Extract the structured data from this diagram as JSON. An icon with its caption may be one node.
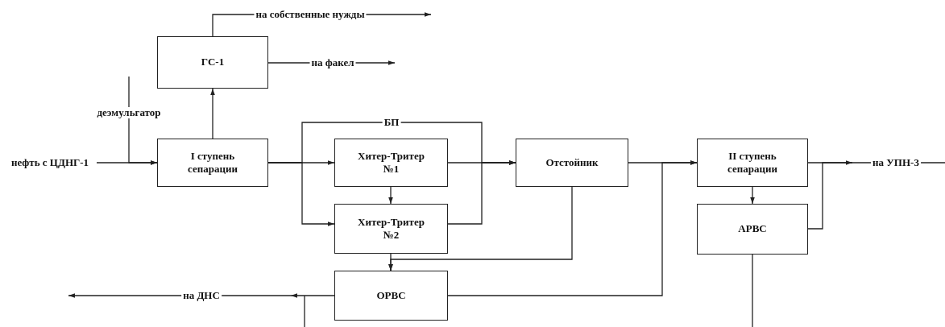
{
  "diagram": {
    "nodes": [
      {
        "text": [
          "ГС-1"
        ]
      },
      {
        "text": [
          "I ступень сепарации"
        ]
      },
      {
        "text": [
          "Хитер-Тритер №1"
        ]
      },
      {
        "text": [
          "Хитер-Тритер №2"
        ]
      },
      {
        "text": [
          "Отстойник"
        ]
      },
      {
        "text": [
          "II ступень сепарации"
        ]
      },
      {
        "text": [
          "АРВС"
        ]
      },
      {
        "text": [
          "ОРВС"
        ]
      }
    ],
    "edges": [
      {
        "from": null,
        "to": 1,
        "arrow": "to",
        "label": "нефть с ЦДНГ-1"
      },
      {
        "from": null,
        "to": 1,
        "arrow": "to",
        "label": "деэмульгатор"
      },
      {
        "from": 1,
        "to": 0,
        "arrow": "to"
      },
      {
        "from": 0,
        "to": null,
        "arrow": "to",
        "label": "на собственные нужды"
      },
      {
        "from": 0,
        "to": null,
        "arrow": "to",
        "label": "на факел"
      },
      {
        "from": 1,
        "to": 2,
        "arrow": "to"
      },
      {
        "from": 1,
        "to": 3,
        "arrow": "to"
      },
      {
        "from": 1,
        "to": 4,
        "arrow": "to",
        "label": "БП"
      },
      {
        "from": 2,
        "to": 3,
        "arrow": "to"
      },
      {
        "from": 2,
        "to": 4,
        "arrow": "to"
      },
      {
        "from": 3,
        "to": 4,
        "arrow": "to"
      },
      {
        "from": 3,
        "to": 7,
        "arrow": "to"
      },
      {
        "from": 4,
        "to": 7,
        "arrow": "to"
      },
      {
        "from": 4,
        "to": 5,
        "arrow": "to"
      },
      {
        "from": 7,
        "to": 5,
        "arrow": "to"
      },
      {
        "from": 7,
        "to": null,
        "arrow": "to",
        "label": "на ДНС"
      },
      {
        "from": 5,
        "to": 6,
        "arrow": "to"
      },
      {
        "from": 5,
        "to": null,
        "arrow": "to",
        "label": "на УПН-3"
      },
      {
        "from": 6,
        "to": null,
        "arrow": "none"
      },
      {
        "from": 6,
        "to": null,
        "arrow": "none"
      }
    ]
  }
}
